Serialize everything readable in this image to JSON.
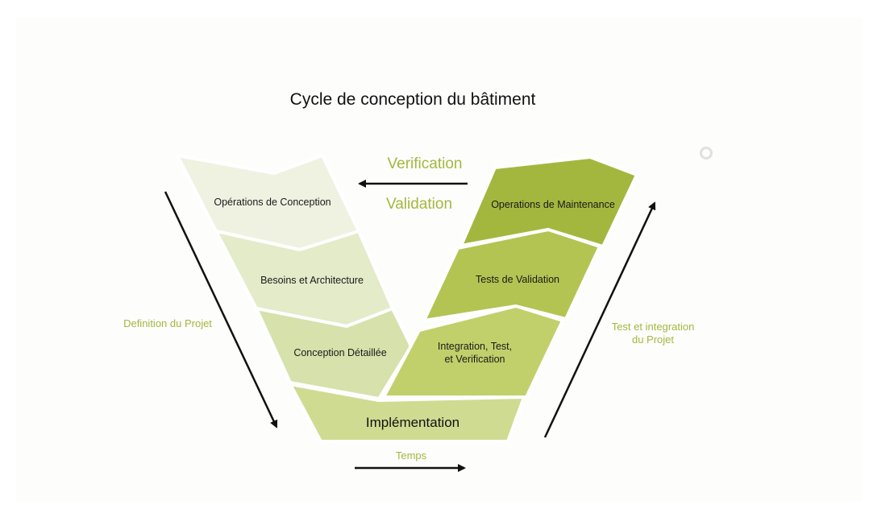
{
  "title": "Cycle de conception du bâtiment",
  "colors": {
    "accent": "#a3b73f",
    "arrow": "#111111",
    "left_1": "#eff2e1",
    "left_2": "#e3ebc9",
    "left_3": "#d6e1ab",
    "bottom": "#cfdb91",
    "right_1": "#c2d06b",
    "right_2": "#b4c452",
    "right_3": "#a3b73f",
    "separator": "#ffffff"
  },
  "top_arrow": {
    "label_above": "Verification",
    "label_below": "Validation"
  },
  "left_arrow": {
    "label": "Definition du Projet"
  },
  "right_arrow": {
    "label_line1": "Test et integration",
    "label_line2": "du Projet"
  },
  "bottom_arrow": {
    "label": "Temps"
  },
  "left_blocks": [
    {
      "label": "Opérations de Conception"
    },
    {
      "label": "Besoins et Architecture"
    },
    {
      "label": "Conception Détaillée"
    }
  ],
  "bottom_block": {
    "label": "Implémentation"
  },
  "right_blocks": [
    {
      "label": "Operations de Maintenance"
    },
    {
      "label": "Tests de Validation"
    },
    {
      "label_line1": "Integration, Test,",
      "label_line2": "et Verification"
    }
  ],
  "decor": {
    "circle_icon": "ring-icon"
  }
}
